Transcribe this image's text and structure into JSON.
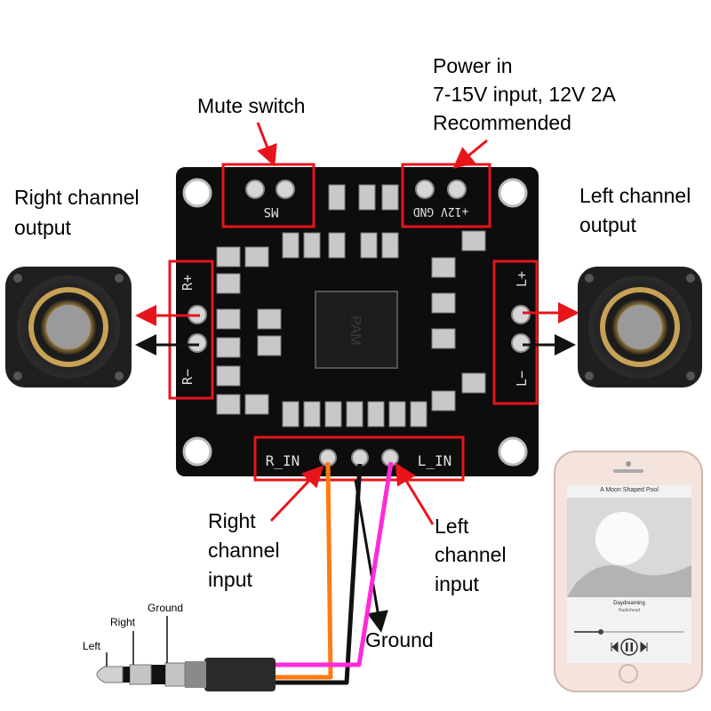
{
  "labels": {
    "mute_switch": "Mute switch",
    "power_line1": "Power in",
    "power_line2": "7-15V input, 12V 2A",
    "power_line3": "Recommended",
    "right_output_line1": "Right channel",
    "right_output_line2": "output",
    "left_output_line1": "Left channel",
    "left_output_line2": "output",
    "right_input_line1": "Right",
    "right_input_line2": "channel",
    "right_input_line3": "input",
    "left_input_line1": "Left",
    "left_input_line2": "channel",
    "left_input_line3": "input",
    "ground": "Ground"
  },
  "board": {
    "ms": "MS",
    "power": "+12V GND",
    "r_plus": "R+",
    "r_minus": "R−",
    "l_plus": "L+",
    "l_minus": "L−",
    "r_in": "R_IN",
    "l_in": "L_IN",
    "chip": "PAM"
  },
  "jack": {
    "left": "Left",
    "right": "Right",
    "ground": "Ground"
  },
  "phone": {
    "title": "A Moon Shaped Pool",
    "song": "Daydreaming",
    "artist": "Radiohead"
  },
  "colors": {
    "highlight": "#e8141c",
    "board": "#0d0d0d",
    "wire_right": "#ff7a12",
    "wire_left": "#ff2ad9",
    "wire_ground": "#111111"
  }
}
